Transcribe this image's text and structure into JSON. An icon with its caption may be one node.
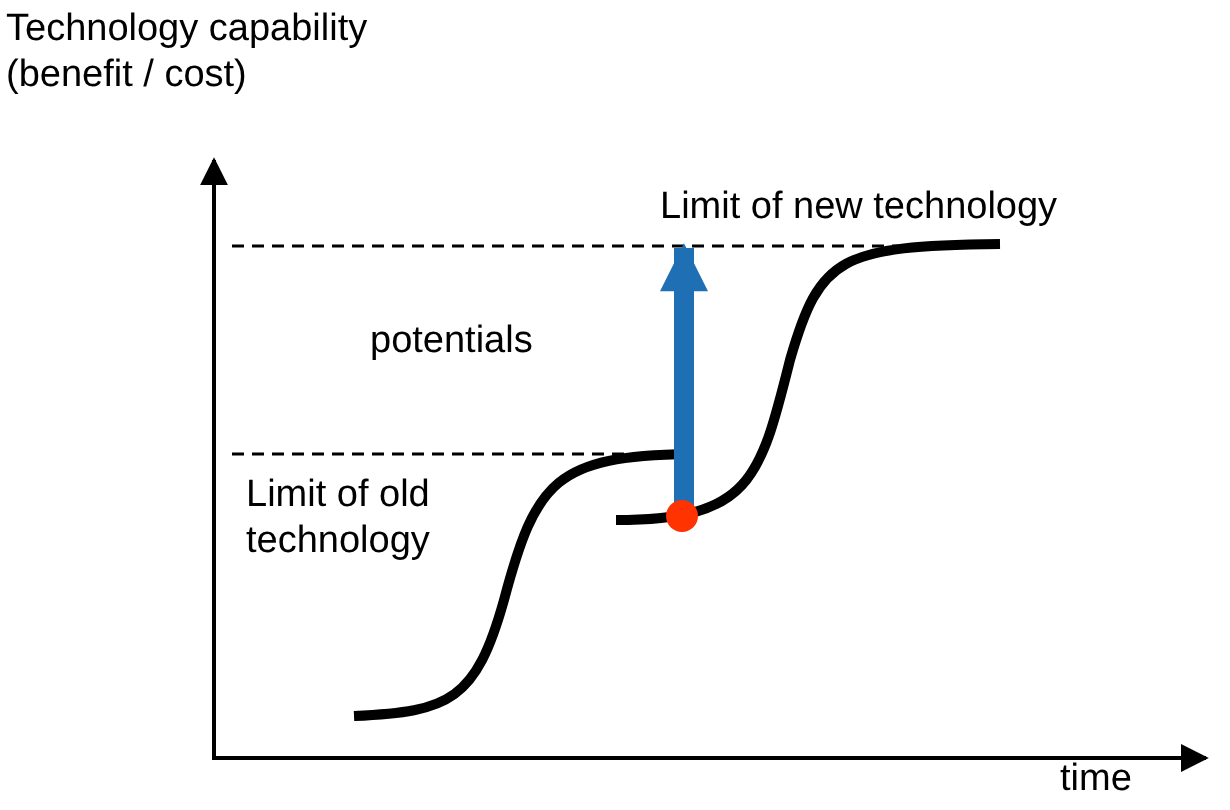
{
  "diagram": {
    "labels": [
      "Technology capability (benefit / cost)",
      "Limit of new technology",
      "potentials",
      "Limit of old technology",
      "time"
    ]
  }
}
